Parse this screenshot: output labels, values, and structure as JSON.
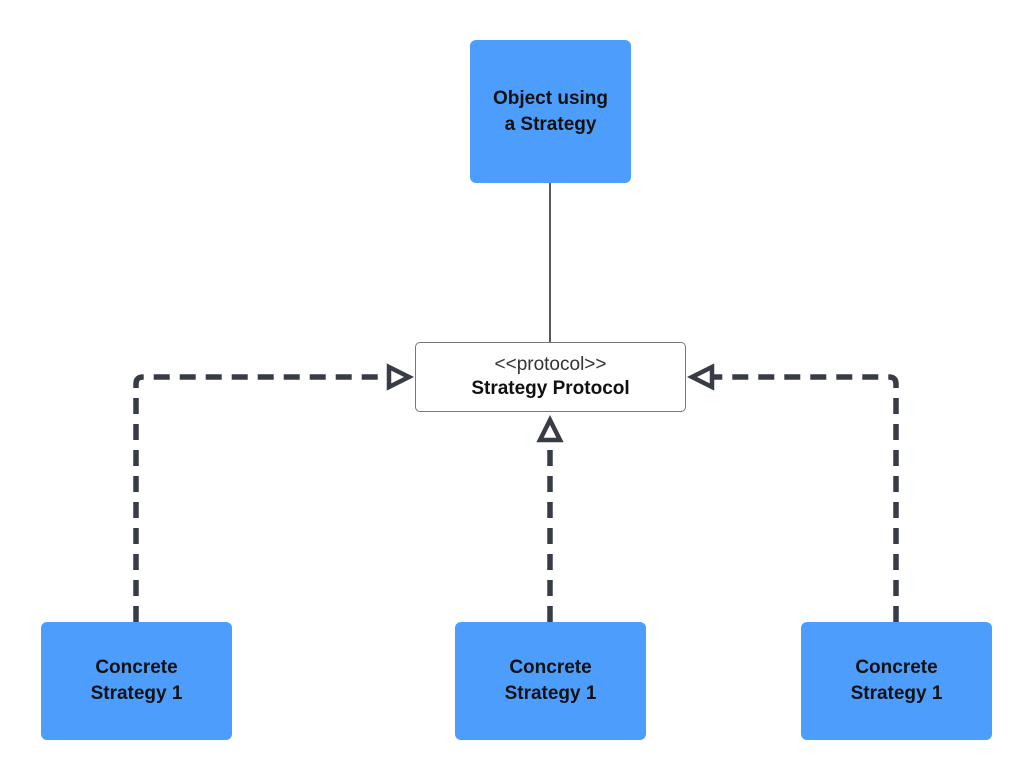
{
  "diagram": {
    "context_box": {
      "lines": [
        "Object using",
        "a Strategy"
      ]
    },
    "protocol_box": {
      "stereotype": "<<protocol>>",
      "name": "Strategy Protocol"
    },
    "concrete_boxes": [
      {
        "lines": [
          "Concrete",
          "Strategy 1"
        ]
      },
      {
        "lines": [
          "Concrete",
          "Strategy 1"
        ]
      },
      {
        "lines": [
          "Concrete",
          "Strategy 1"
        ]
      }
    ],
    "colors": {
      "box_fill": "#4d9dfd",
      "protocol_fill": "#ffffff",
      "connector": "#383c47",
      "association_line": "#222222"
    }
  }
}
